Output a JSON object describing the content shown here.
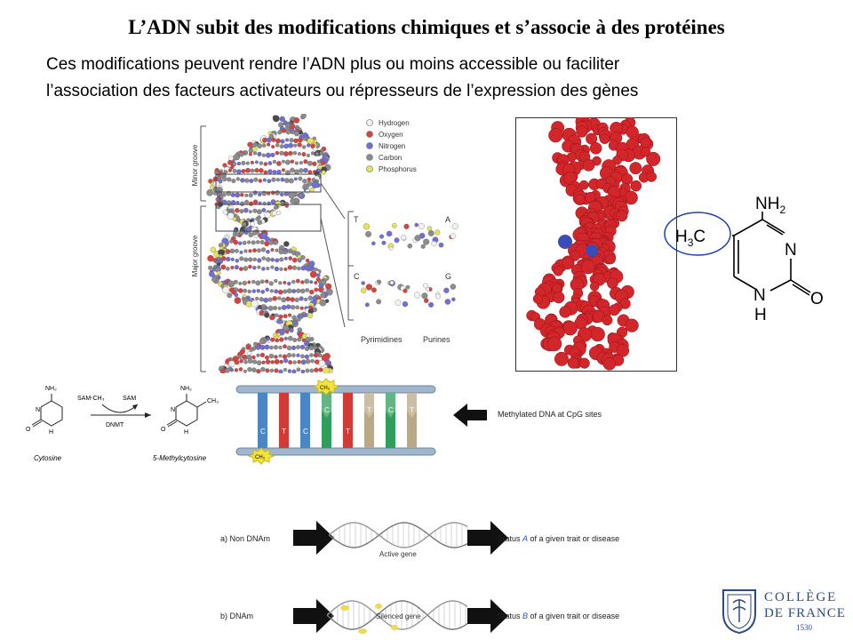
{
  "title": "L’ADN subit des modifications chimiques et s’associe à des protéines",
  "subtitle_line1": "Ces modifications peuvent rendre l’ADN plus ou moins accessible ou faciliter",
  "subtitle_line2": "l’association des facteurs activateurs ou répresseurs de l’expression des gènes",
  "helix_model": {
    "groove_minor": "Minor groove",
    "groove_major": "Major groove",
    "legend": [
      {
        "label": "Hydrogen",
        "color": "#f2f2f2"
      },
      {
        "label": "Oxygen",
        "color": "#d9433f"
      },
      {
        "label": "Nitrogen",
        "color": "#6f6fd8"
      },
      {
        "label": "Carbon",
        "color": "#8c8c8c"
      },
      {
        "label": "Phosphorus",
        "color": "#e6e25a"
      }
    ],
    "pair_labels": {
      "t": "T",
      "a": "A",
      "c": "C",
      "g": "G"
    },
    "pyrimidines": "Pyrimidines",
    "purines": "Purines"
  },
  "structure": {
    "nh2": "NH",
    "nh2_sub": "2",
    "h3c_h": "H",
    "h3c_sub": "3",
    "h3c_c": "C",
    "n": "N",
    "o": "O",
    "nh_n": "N",
    "nh_h": "H"
  },
  "reaction": {
    "left_nh2": "NH₂",
    "right_nh2": "NH₂",
    "ch3": "CH₃",
    "sam_ch3": "SAM-CH₃",
    "sam": "SAM",
    "dnmt": "DNMT",
    "cytosine": "Cytosine",
    "methylcytosine": "5-Methylcytosine",
    "n_label": "N",
    "o_label": "O",
    "h_label": "H"
  },
  "methylated_dna": {
    "bases_top": [
      "",
      "",
      "",
      "C",
      "",
      "T",
      "C",
      "T"
    ],
    "bases_bottom": [
      "C",
      "T",
      "C",
      "",
      "T",
      "",
      "",
      ""
    ],
    "ch3_badge": "CH₃",
    "label": "Methylated DNA at CpG sites"
  },
  "row_a": {
    "label": "a) Non DNAm",
    "gene": "Active gene",
    "status_prefix": "Status ",
    "status_letter": "A",
    "status_suffix": " of a given trait or disease"
  },
  "row_b": {
    "label": "b) DNAm",
    "gene": "Silenced gene",
    "status_prefix": "Status ",
    "status_letter": "B",
    "status_suffix": " of a given trait or disease"
  },
  "logo": {
    "line1": "COLLÈGE",
    "line2": "DE FRANCE",
    "year": "1530"
  },
  "colors": {
    "blue_bar": "#4a86c5",
    "red_bar": "#d23b35",
    "green_bar": "#2e9e5b",
    "tan_bar": "#b9a98a",
    "badge": "#f2e23a",
    "protein_red": "#d2262b",
    "logo_blue": "#2b4a8b",
    "highlight": "#1f3fb4"
  }
}
